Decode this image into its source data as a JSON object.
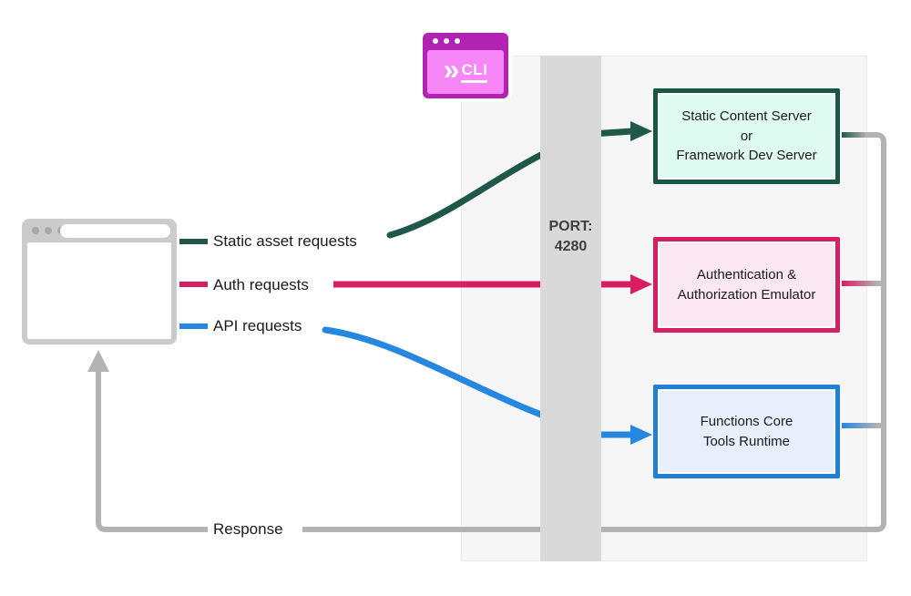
{
  "labels": {
    "static_requests": "Static asset requests",
    "auth_requests": "Auth requests",
    "api_requests": "API requests",
    "response": "Response"
  },
  "port_bar": {
    "line1": "PORT:",
    "line2": "4280"
  },
  "cli": {
    "chevron": "»",
    "label": "CLI"
  },
  "boxes": [
    {
      "id": "static-content-server",
      "lines": [
        "Static Content Server",
        "or",
        "Framework Dev Server"
      ],
      "border_color": "#175746",
      "bg_color": "#defaf1"
    },
    {
      "id": "auth-emulator",
      "lines": [
        "Authentication &",
        "Authorization Emulator"
      ],
      "border_color": "#d81e63",
      "bg_color": "#fbe7f0"
    },
    {
      "id": "functions-core-tools",
      "lines": [
        "Functions Core",
        "Tools Runtime"
      ],
      "border_color": "#2080d8",
      "bg_color": "#e7effc"
    }
  ],
  "colors": {
    "static_line": "#1f5848",
    "auth_line": "#d81e63",
    "api_line": "#2587e0",
    "response_line": "#b3b3b3",
    "port_bar_bg": "#d9d9d9",
    "panel_bg": "#f6f6f6",
    "cli_frame": "#b323b3",
    "cli_screen": "#f787f7",
    "browser_frame": "#cbcbcb"
  }
}
